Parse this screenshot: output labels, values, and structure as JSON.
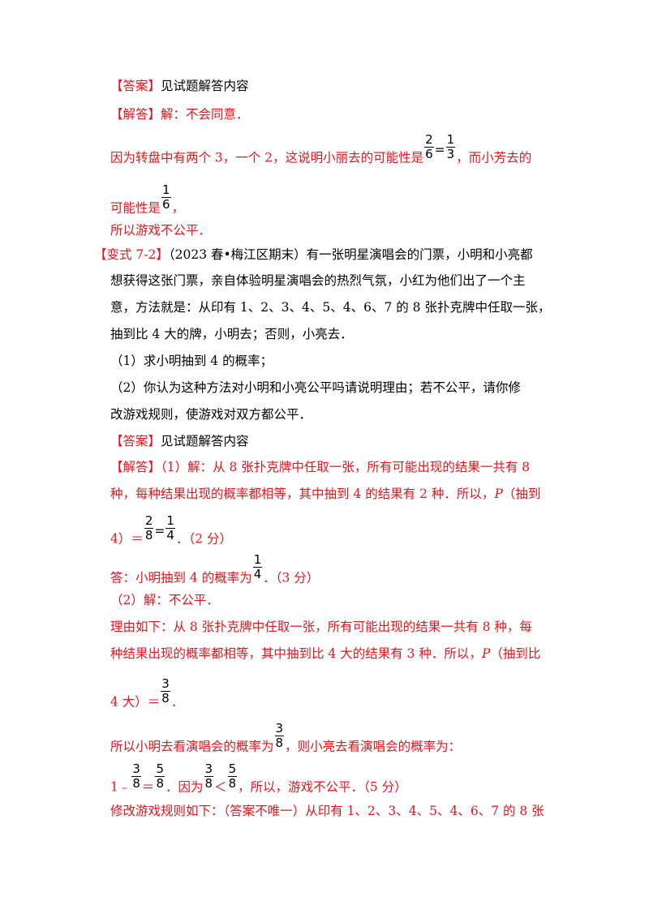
{
  "block1": {
    "answer_tag": "【答案】",
    "answer_text": "见试题解答内容",
    "solution_tag": "【解答】",
    "solution_text": "解：不会同意．",
    "reason_a": "因为转盘中有两个 3，一个 2，这说明小丽去的可能性是",
    "frac_a1": {
      "num": "2",
      "den": "6"
    },
    "eq": "=",
    "frac_a2": {
      "num": "1",
      "den": "3"
    },
    "reason_b": "，而小芳去的",
    "poss_a": "可能性是",
    "frac_b": {
      "num": "1",
      "den": "6"
    },
    "poss_b": "，",
    "conclusion": "所以游戏不公平．"
  },
  "block2": {
    "variant_tag": "【变式 7-2】",
    "source": "（2023 春•梅江区期末）",
    "q_line1": "有一张明星演唱会的门票，小明和小亮都",
    "q_line2": "想获得这张门票，亲自体验明星演唱会的热烈气氛，小红为他们出了一个主",
    "q_line3": "意，方法就是：从印有 1、2、3、4、5、4、6、7 的 8 张扑克牌中任取一张，",
    "q_line4": "抽到比 4 大的牌，小明去；否则，小亮去．",
    "sub1": "（1）求小明抽到 4 的概率；",
    "sub2_line1": "（2）你认为这种方法对小明和小亮公平吗请说明理由；若不公平，请你修",
    "sub2_line2": "改游戏规则，使游戏对双方都公平．",
    "answer_tag": "【答案】",
    "answer_text": "见试题解答内容",
    "solution_tag": "【解答】",
    "s1_line1": "（1）解：从 8 张扑克牌中任取一张，所有可能出现的结果一共有 8",
    "s1_line2": "种，每种结果出现的概率都相等，其中抽到 4 的结果有 2 种．所以，",
    "p_letter": "P",
    "s1_line2_end": "（抽到",
    "s1_line3_a": "4）＝",
    "frac_c1": {
      "num": "2",
      "den": "8"
    },
    "eq": "=",
    "frac_c2": {
      "num": "1",
      "den": "4"
    },
    "s1_line3_b": "．（2 分）",
    "s1_ans_a": "答：小明抽到 4 的概率为",
    "frac_d": {
      "num": "1",
      "den": "4"
    },
    "s1_ans_b": "．（3 分）",
    "s2_head": "（2）解：不公平．",
    "s2_line1": "理由如下：从 8 张扑克牌中任取一张，所有可能出现的结果一共有 8 种，每",
    "s2_line2": "种结果出现的概率都相等，其中抽到比 4 大的结果有 3 种．所以，",
    "s2_line2_end": "（抽到比",
    "s2_line3_a": "4 大）＝",
    "frac_e": {
      "num": "3",
      "den": "8"
    },
    "s2_line3_b": "．",
    "s2_line4_a": "所以小明去看演唱会的概率为",
    "frac_f": {
      "num": "3",
      "den": "8"
    },
    "s2_line4_b": "，则小亮去看演唱会的概率为：",
    "s2_line5_a": "1﹣",
    "frac_g1": {
      "num": "3",
      "den": "8"
    },
    "s2_line5_b": "＝",
    "frac_g2": {
      "num": "5",
      "den": "8"
    },
    "s2_line5_c": "．因为",
    "frac_g3": {
      "num": "3",
      "den": "8"
    },
    "s2_line5_d": "＜",
    "frac_g4": {
      "num": "5",
      "den": "8"
    },
    "s2_line5_e": "，所以，游戏不公平．（5 分）",
    "s2_line6": "修改游戏规则如下：（答案不唯一）从印有 1、2、3、4、5、4、6、7 的 8 张"
  },
  "colors": {
    "answer_red": "#e8131b",
    "text_black": "#000000"
  }
}
